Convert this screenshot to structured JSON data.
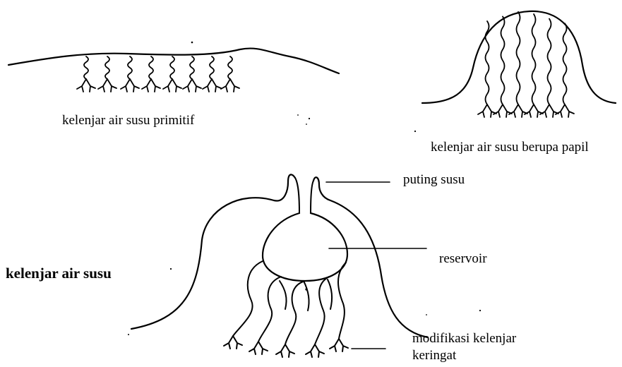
{
  "labels": {
    "primitive": "kelenjar air susu primitif",
    "papilla": "kelenjar air susu berupa papil",
    "nipple": "puting susu",
    "reservoir": "reservoir",
    "gland_modification_line1": "modifikasi kelenjar",
    "gland_modification_line2": "keringat",
    "main_title": "kelenjar air susu"
  },
  "colors": {
    "ink": "#000000",
    "background": "#ffffff"
  }
}
